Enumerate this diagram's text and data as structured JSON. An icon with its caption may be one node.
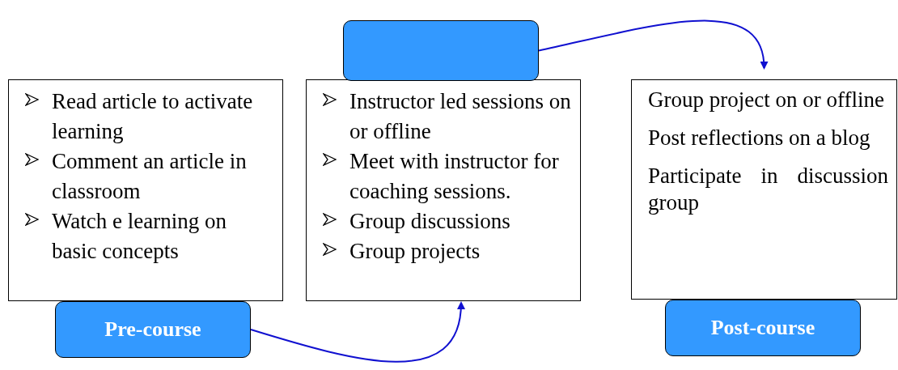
{
  "diagram": {
    "nodes": [
      {
        "text": [
          "Read article to activate learning",
          "Comment an article in classroom",
          "Watch e learning on basic concepts"
        ]
      },
      {
        "text": [
          "Pre-course"
        ]
      },
      {
        "text": [
          "Instructor led sessions on or offline",
          "Meet with instructor for coaching sessions.",
          "Group discussions",
          "Group projects"
        ]
      },
      {
        "text": [],
        "shape": "box"
      },
      {
        "text": [
          "Group project on or offline",
          "Post reflections on a blog",
          "Participate in discussion group"
        ]
      },
      {
        "text": [
          "Post-course"
        ]
      }
    ],
    "edges": [
      {
        "from": 1,
        "to": 2,
        "arrow": "to"
      },
      {
        "from": 3,
        "to": 4,
        "arrow": "to"
      }
    ]
  }
}
